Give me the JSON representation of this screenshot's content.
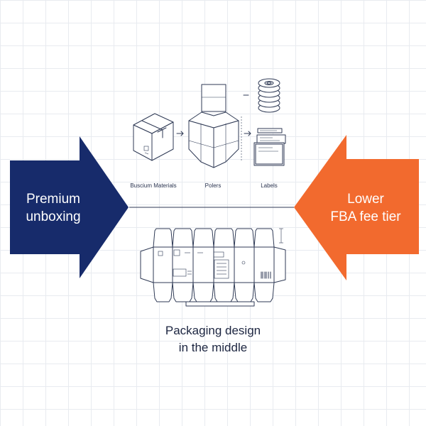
{
  "left_arrow": {
    "line1": "Premium",
    "line2": "unboxing",
    "color": "#172b6b"
  },
  "right_arrow": {
    "line1": "Lower",
    "line2": "FBA fee tier",
    "color": "#f26a2e"
  },
  "materials": [
    {
      "label": "Buscium Materials",
      "icon": "shipping-box-icon"
    },
    {
      "label": "Polers",
      "icon": "folded-box-icon"
    },
    {
      "label": "Labels",
      "icon": "label-stack-icon"
    }
  ],
  "center_caption": {
    "line1": "Packaging design",
    "line2": "in the middle"
  },
  "dieline_icon": "box-dieline-icon",
  "colors": {
    "line": "#2f3a55",
    "grid": "#e8ebf0"
  }
}
